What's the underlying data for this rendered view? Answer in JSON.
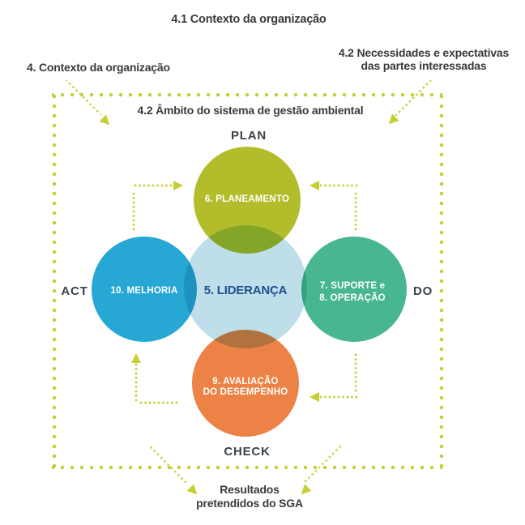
{
  "colors": {
    "accent": "#c5cf33",
    "heading_text": "#3a3a3a",
    "cycle_text": "#3a424a",
    "leadership_text": "#1e4f90",
    "circle_text": "#ffffff"
  },
  "header": {
    "title": "4.1 Contexto da organização",
    "context_label": "4. Contexto da organização",
    "needs_line1": "4.2 Necessidades e expectativas",
    "needs_line2": "das partes interessadas"
  },
  "boundary": {
    "scope_label": "4.2 Âmbito do sistema de gestão ambiental"
  },
  "cycle": {
    "plan": "PLAN",
    "do": "DO",
    "check": "CHECK",
    "act": "ACT"
  },
  "circles": {
    "planning": {
      "label": "6. PLANEAMENTO",
      "color": "#b3bd2b"
    },
    "leadership": {
      "label": "5. LIDERANÇA",
      "color": "#bedfe9"
    },
    "improvement": {
      "label": "10. MELHORIA",
      "color": "#27a7d4"
    },
    "support": {
      "line1": "7. SUPORTE e",
      "line2": "8. OPERAÇÃO",
      "color": "#48b691"
    },
    "evaluation": {
      "line1": "9. AVALIAÇÃO",
      "line2": "DO DESEMPENHO",
      "color": "#ec8245"
    }
  },
  "footer": {
    "results_line1": "Resultados",
    "results_line2": "pretendidos do SGA"
  }
}
